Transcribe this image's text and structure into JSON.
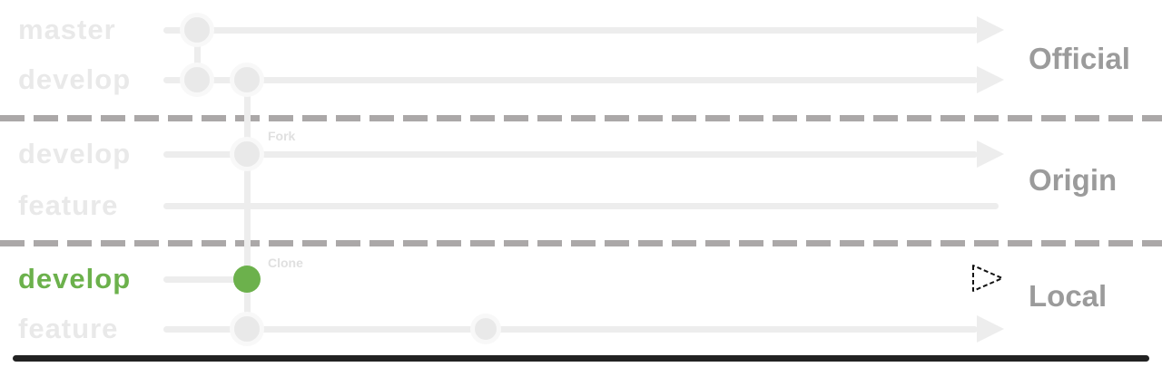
{
  "diagram": {
    "type": "git-workflow",
    "sections": [
      {
        "title": "Official",
        "branches": [
          {
            "label": "master"
          },
          {
            "label": "develop"
          }
        ]
      },
      {
        "title": "Origin",
        "branches": [
          {
            "label": "develop"
          },
          {
            "label": "feature"
          }
        ]
      },
      {
        "title": "Local",
        "branches": [
          {
            "label": "develop",
            "color": "#6cb14c"
          },
          {
            "label": "feature"
          }
        ]
      }
    ],
    "annotations": {
      "fork": "Fork",
      "clone": "Clone"
    },
    "colors": {
      "line": "#ededed",
      "branch_label": "#e9e9e9",
      "node_fill": "#e9e9e9",
      "node_ring": "#f8f8f8",
      "green_accent": "#6cb14c",
      "section_title": "#9b9b9b",
      "divider": "#aba8a8",
      "bottom_bar": "#222222",
      "hollow_arrow_outline": "#111111"
    }
  }
}
